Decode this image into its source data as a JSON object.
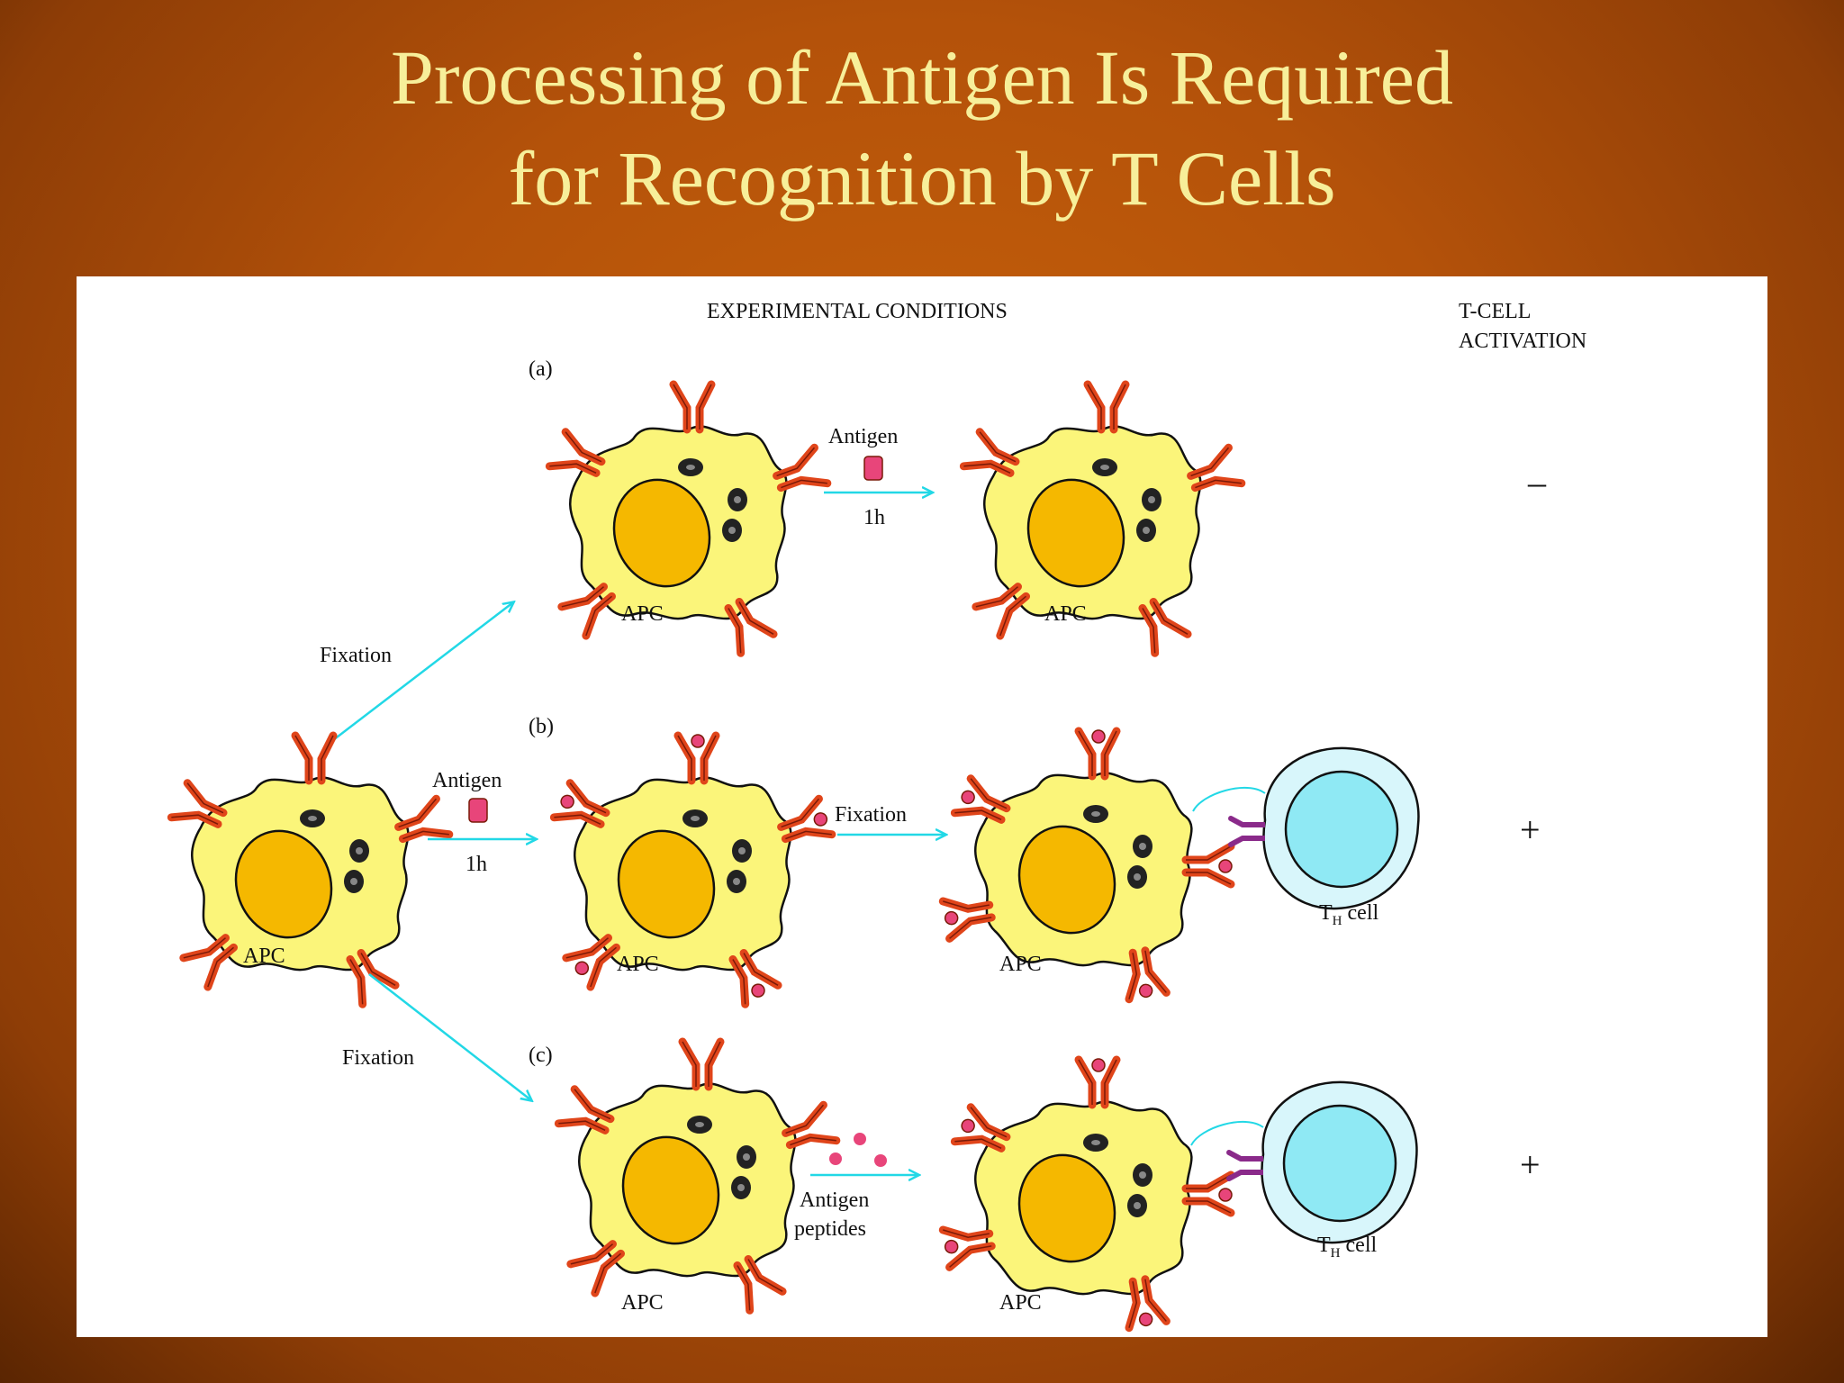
{
  "slide": {
    "title_line1": "Processing of Antigen Is Required",
    "title_line2": "for Recognition by T Cells"
  },
  "diagram": {
    "header_conditions": "EXPERIMENTAL CONDITIONS",
    "header_activation_1": "T-CELL",
    "header_activation_2": "ACTIVATION",
    "panel_a": "(a)",
    "panel_b": "(b)",
    "panel_c": "(c)",
    "apc": "APC",
    "antigen": "Antigen",
    "time": "1h",
    "fixation": "Fixation",
    "antigen_peptides_1": "Antigen",
    "antigen_peptides_2": "peptides",
    "th_cell_T": "T",
    "th_cell_sub": "H",
    "th_cell_word": "cell",
    "result_a": "–",
    "result_b": "+",
    "result_c": "+"
  },
  "colors": {
    "cell_fill": "#fbf57a",
    "nucleus": "#f5b800",
    "receptor": "#e0451a",
    "arrow": "#22d8e6",
    "antigen": "#e8457a",
    "tcell_outer": "#d8f6fb",
    "tcell_inner": "#8fe9f4",
    "tcr": "#8a2a8a"
  }
}
